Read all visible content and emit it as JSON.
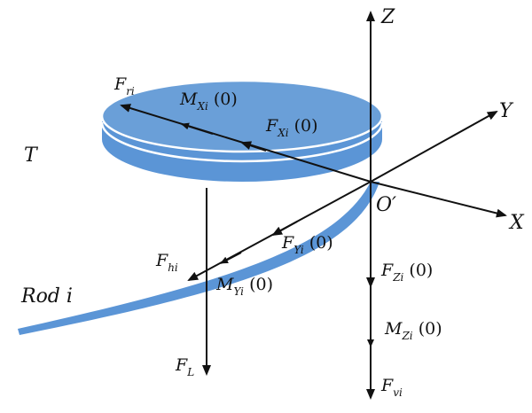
{
  "colors": {
    "disc_top": "#6a9fd8",
    "disc_side": "#5b95d6",
    "disc_edge": "#ffffff",
    "rod": "#5b95d6",
    "ink": "#111111"
  },
  "axes": {
    "z": "Z",
    "y": "Y",
    "x": "X",
    "origin": "O′"
  },
  "table_label": "T",
  "rod_label": "Rod i",
  "forces": {
    "f_ri": {
      "main": "F",
      "sub": "ri"
    },
    "m_xi": {
      "main": "M",
      "sub": "Xi",
      "tail": " (0)"
    },
    "f_xi": {
      "main": "F",
      "sub": "Xi",
      "tail": " (0)"
    },
    "f_yi": {
      "main": "F",
      "sub": "Yi",
      "tail": " (0)"
    },
    "f_hi": {
      "main": "F",
      "sub": "hi"
    },
    "m_yi": {
      "main": "M",
      "sub": "Yi",
      "tail": " (0)"
    },
    "f_zi": {
      "main": "F",
      "sub": "Zi",
      "tail": " (0)"
    },
    "m_zi": {
      "main": "M",
      "sub": "Zi",
      "tail": " (0)"
    },
    "f_l": {
      "main": "F",
      "sub": "L"
    },
    "f_vi": {
      "main": "F",
      "sub": "vi"
    }
  }
}
